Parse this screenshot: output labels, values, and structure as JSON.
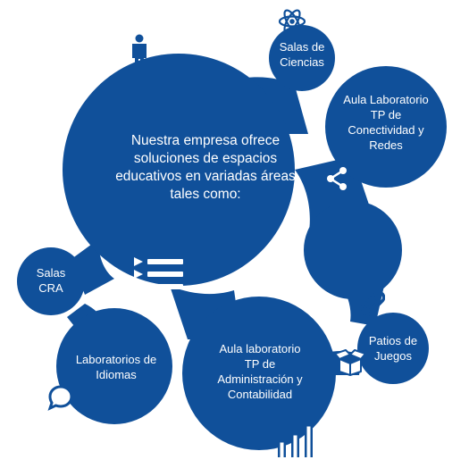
{
  "diagram": {
    "center_text": "Nuestra empresa ofrece soluciones de espacios educativos en variadas áreas tales como:",
    "items": {
      "ciencias": "Salas de Ciencias",
      "conectividad": "Aula Laboratorio TP de Conectividad y Redes",
      "cra": "Salas CRA",
      "idiomas": "Laboratorios de Idiomas",
      "administracion": "Aula laboratorio TP de Administración y Contabilidad",
      "juegos": "Patios de Juegos"
    }
  },
  "colors": {
    "bubble": "#10509a",
    "icon_dark": "#10509a",
    "icon_light": "#ffffff"
  },
  "icons": {
    "person": "person-icon",
    "atom": "atom-icon",
    "share": "share-icon",
    "list": "list-icon",
    "chain": "chain-link-icon",
    "box": "open-box-icon",
    "chat": "chat-bubble-icon",
    "bars": "bar-chart-icon"
  }
}
